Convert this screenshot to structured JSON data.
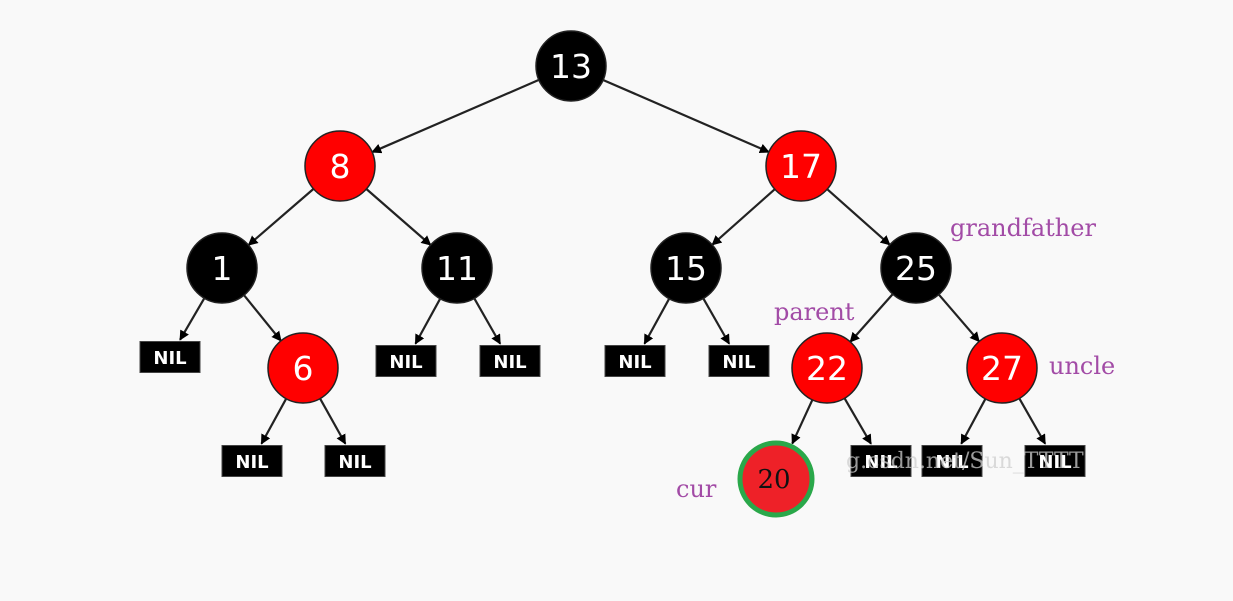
{
  "colors": {
    "black_node": "#000000",
    "red_node": "#ff0000",
    "cur_fill": "#ee2128",
    "cur_ring": "#2aa84a",
    "label": "#a24ba6"
  },
  "nodes": [
    {
      "id": "n13",
      "value": "13",
      "color": "black"
    },
    {
      "id": "n8",
      "value": "8",
      "color": "red"
    },
    {
      "id": "n17",
      "value": "17",
      "color": "red"
    },
    {
      "id": "n1",
      "value": "1",
      "color": "black"
    },
    {
      "id": "n11",
      "value": "11",
      "color": "black"
    },
    {
      "id": "n15",
      "value": "15",
      "color": "black"
    },
    {
      "id": "n25",
      "value": "25",
      "color": "black"
    },
    {
      "id": "n6",
      "value": "6",
      "color": "red"
    },
    {
      "id": "n22",
      "value": "22",
      "color": "red"
    },
    {
      "id": "n27",
      "value": "27",
      "color": "red"
    },
    {
      "id": "n20",
      "value": "20",
      "color": "red",
      "highlight": true
    }
  ],
  "nil_label": "NIL",
  "edges": [
    [
      "n13",
      "n8"
    ],
    [
      "n13",
      "n17"
    ],
    [
      "n8",
      "n1"
    ],
    [
      "n8",
      "n11"
    ],
    [
      "n17",
      "n15"
    ],
    [
      "n17",
      "n25"
    ],
    [
      "n1",
      "nil_1L"
    ],
    [
      "n1",
      "n6"
    ],
    [
      "n6",
      "nil_6L"
    ],
    [
      "n6",
      "nil_6R"
    ],
    [
      "n11",
      "nil_11L"
    ],
    [
      "n11",
      "nil_11R"
    ],
    [
      "n15",
      "nil_15L"
    ],
    [
      "n15",
      "nil_15R"
    ],
    [
      "n25",
      "n22"
    ],
    [
      "n25",
      "n27"
    ],
    [
      "n22",
      "n20"
    ],
    [
      "n22",
      "nil_22R"
    ],
    [
      "n27",
      "nil_27L"
    ],
    [
      "n27",
      "nil_27R"
    ]
  ],
  "labels": {
    "grandfather": "grandfather",
    "parent": "parent",
    "uncle": "uncle",
    "cur": "cur"
  },
  "watermark": "g.csdn.net/Sun_TTTT"
}
